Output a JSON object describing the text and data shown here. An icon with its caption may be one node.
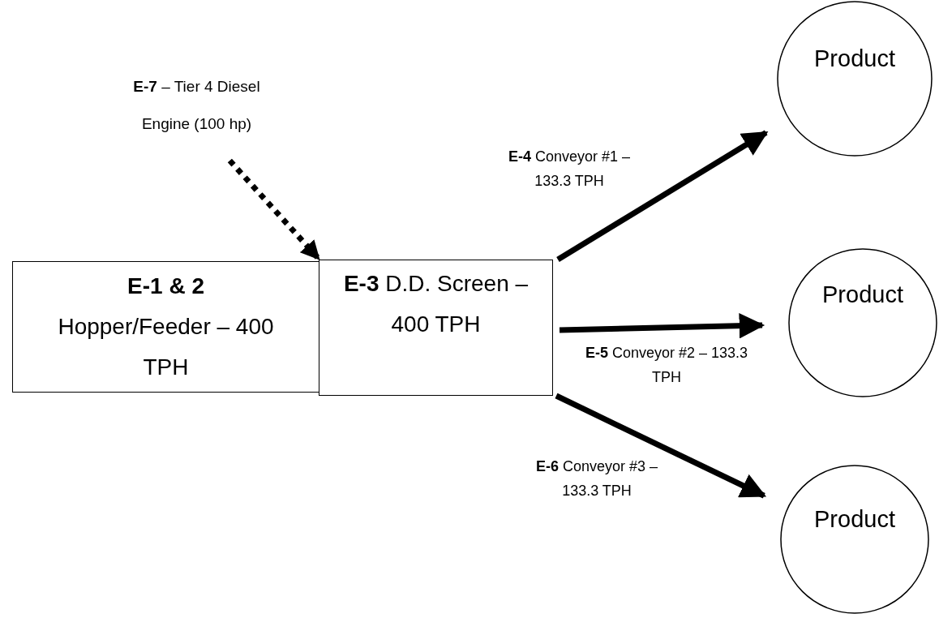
{
  "diagram": {
    "nodes": [
      {
        "text": [
          "**E-7** – Tier 4 Diesel Engine (100 hp)"
        ]
      },
      {
        "text": [
          "E-1 & 2",
          "Hopper/Feeder – 400 TPH"
        ]
      },
      {
        "text": [
          "**E-3** D.D. Screen – 400 TPH"
        ]
      },
      {
        "text": [
          "Product"
        ]
      },
      {
        "text": [
          "Product"
        ]
      },
      {
        "text": [
          "Product"
        ]
      }
    ],
    "edges": [
      {
        "from": 0,
        "to": 2,
        "arrow": "to",
        "style": "dashed"
      },
      {
        "from": 2,
        "to": 3,
        "arrow": "to",
        "label": "**E-4** Conveyor #1 – 133.3 TPH"
      },
      {
        "from": 2,
        "to": 4,
        "arrow": "to",
        "label": "**E-5** Conveyor #2 – 133.3 TPH"
      },
      {
        "from": 2,
        "to": 5,
        "arrow": "to",
        "label": "**E-6** Conveyor #3 – 133.3 TPH"
      }
    ]
  }
}
